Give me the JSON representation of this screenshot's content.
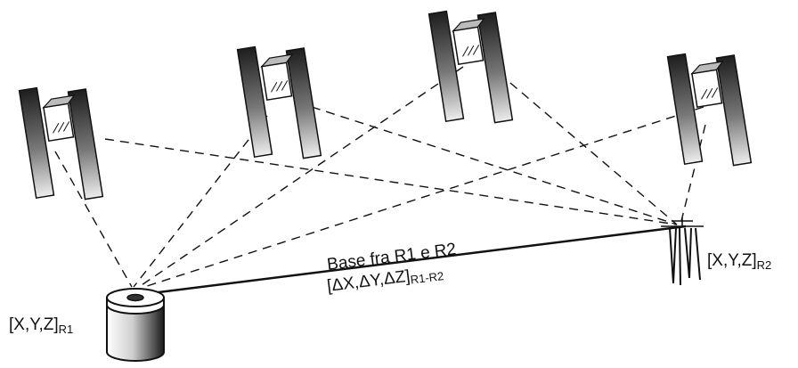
{
  "labels": {
    "base_line1": "Base fra R1 e R2",
    "base_line2_main": "[ΔX,ΔY,ΔZ]",
    "base_line2_sub": "R1-R2",
    "receiver1_main": "[X,Y,Z]",
    "receiver1_sub": "R1",
    "receiver2_main": "[X,Y,Z]",
    "receiver2_sub": "R2"
  },
  "colors": {
    "ink": "#111111",
    "panel_dark": "#2a2a2a",
    "panel_light": "#e6e6e6"
  }
}
